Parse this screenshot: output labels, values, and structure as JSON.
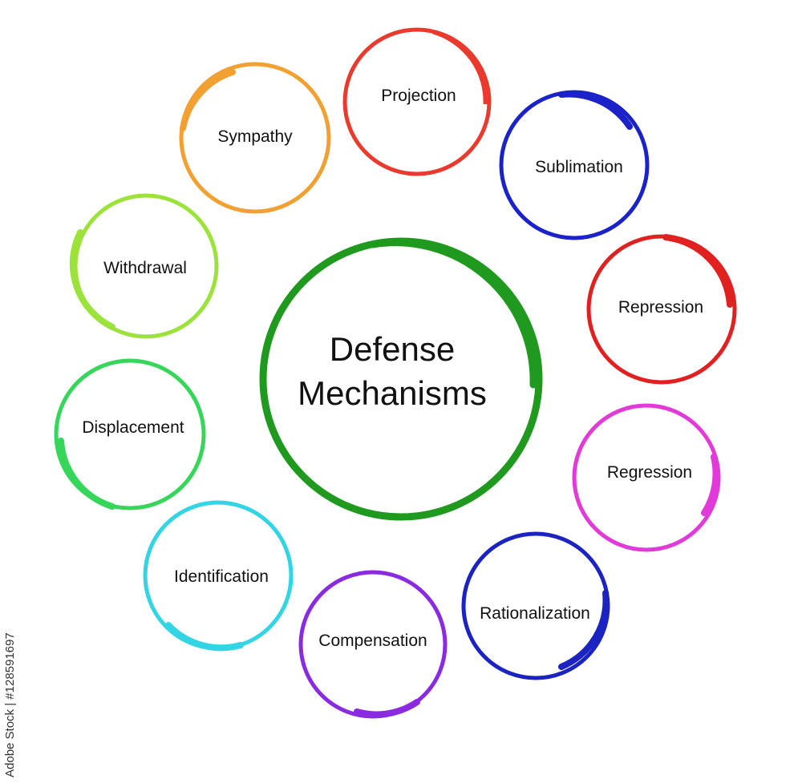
{
  "center": {
    "line1": "Defense",
    "line2": "Mechanisms",
    "color": "#1f9a1f"
  },
  "nodes": [
    {
      "id": "projection",
      "label": "Projection",
      "color": "#ea3a2e"
    },
    {
      "id": "sublimation",
      "label": "Sublimation",
      "color": "#1a22c8"
    },
    {
      "id": "repression",
      "label": "Repression",
      "color": "#e12020"
    },
    {
      "id": "regression",
      "label": "Regression",
      "color": "#e23ad8"
    },
    {
      "id": "rationalization",
      "label": "Rationalization",
      "color": "#1b24c0"
    },
    {
      "id": "compensation",
      "label": "Compensation",
      "color": "#8a2be2"
    },
    {
      "id": "identification",
      "label": "Identification",
      "color": "#33d4e4"
    },
    {
      "id": "displacement",
      "label": "Displacement",
      "color": "#36d65a"
    },
    {
      "id": "withdrawal",
      "label": "Withdrawal",
      "color": "#9be23a"
    },
    {
      "id": "sympathy",
      "label": "Sympathy",
      "color": "#f2a032"
    }
  ],
  "watermark": "Adobe Stock | #128591697"
}
